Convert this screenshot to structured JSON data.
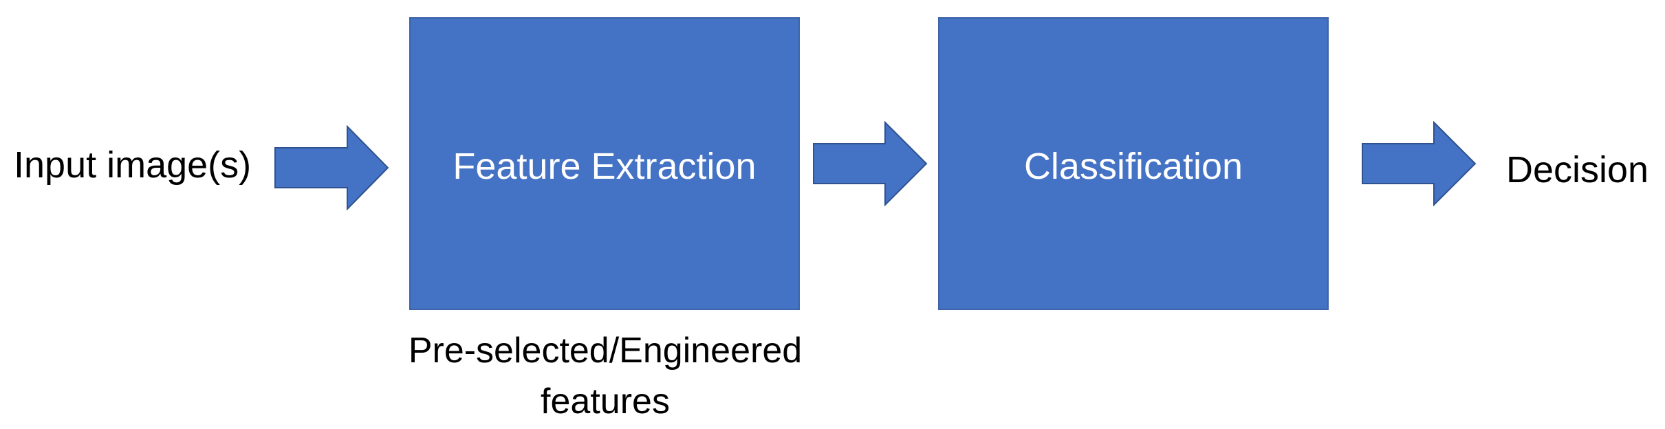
{
  "diagram": {
    "input_label": "Input image(s)",
    "stage1_label": "Feature Extraction",
    "stage2_label": "Classification",
    "output_label": "Decision",
    "stage1_caption_line1": "Pre-selected/Engineered",
    "stage1_caption_line2": "features",
    "colors": {
      "box_fill": "#4472c4",
      "box_border": "#3e64a8",
      "arrow_fill": "#4472c4",
      "arrow_stroke": "#2f528f",
      "box_text": "#ffffff",
      "label_text": "#000000"
    }
  }
}
